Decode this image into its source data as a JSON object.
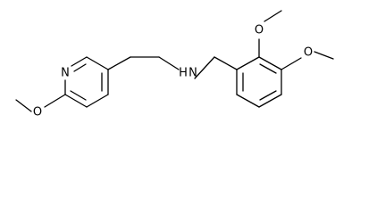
{
  "molecule": {
    "atom_labels": {
      "pyridine_n": "N",
      "amine_nh": "H",
      "amine_n": "N",
      "methoxy_o_pyridine": "O",
      "methoxy_o_2": "O",
      "methoxy_o_3": "O"
    },
    "colors": {
      "bond": "#000000",
      "label": "#000000",
      "background": "#ffffff"
    }
  }
}
